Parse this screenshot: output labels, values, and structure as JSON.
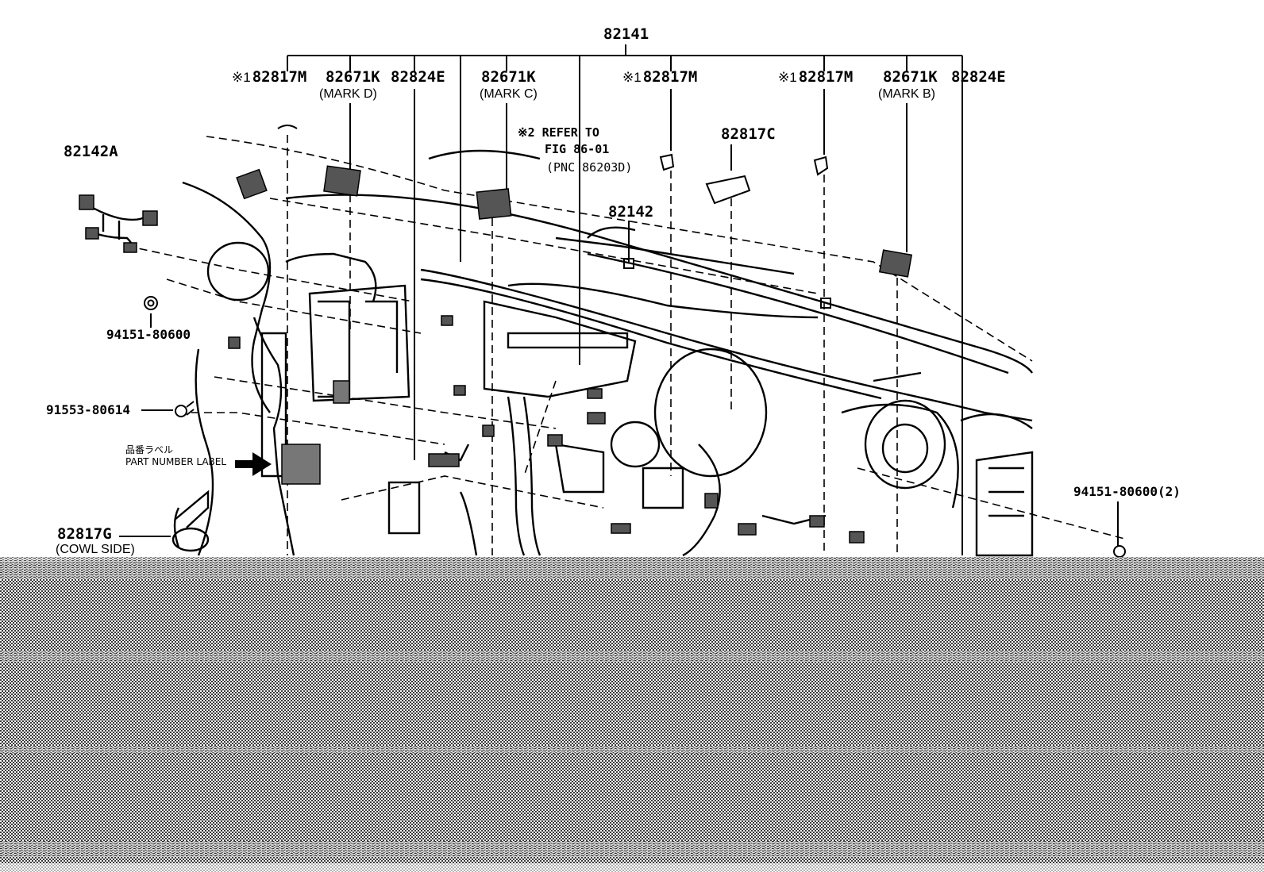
{
  "labels": {
    "l82141": "82141",
    "l82142a": "82142A",
    "l82142": "82142",
    "l82817c": "82817C",
    "l82817g": "82817G",
    "l82817g_sub": "(COWL SIDE)",
    "l94151": "94151-80600",
    "l94151_2": "94151-80600(2)",
    "l91553": "91553-80614",
    "part_label_jp": "品番ラベル",
    "part_label_en": "PART NUMBER LABEL",
    "g1_mark": "※1",
    "g1_a": "82817M",
    "g1_b": "82671K",
    "g1_c": "82824E",
    "g1_sub": "(MARK D)",
    "g2_a": "82671K",
    "g2_sub": "(MARK C)",
    "g3_mark": "※1",
    "g3_a": "82817M",
    "g4_mark": "※1",
    "g4_a": "82817M",
    "g4_b": "82671K",
    "g4_c": "82824E",
    "g4_sub": "(MARK B)",
    "ref_l1": "※2 REFER TO",
    "ref_l2": "FIG 86-01",
    "ref_l3": "(PNC 86203D)"
  },
  "colors": {
    "line": "#000000",
    "paper": "#ffffff",
    "noise": "#4a4a4a"
  },
  "icons": [
    "arrow-right-icon",
    "connector-icon",
    "clip-icon",
    "bolt-icon",
    "grommet-icon"
  ]
}
